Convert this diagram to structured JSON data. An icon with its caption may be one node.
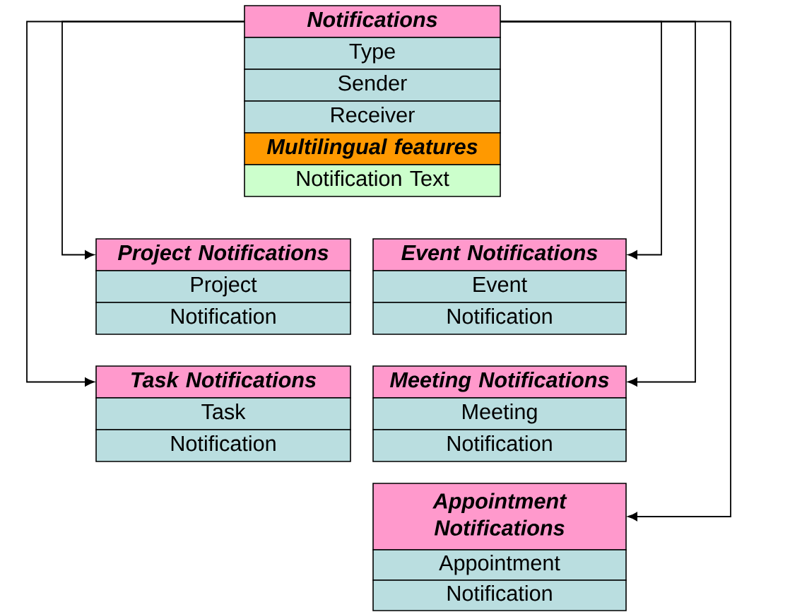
{
  "diagram": {
    "nodes": [
      {
        "text": [
          "Notifications",
          "Type",
          "Sender",
          "Receiver",
          "Multilingual features",
          "Notification Text"
        ]
      },
      {
        "text": [
          "Project Notifications",
          "Project",
          "Notification"
        ]
      },
      {
        "text": [
          "Event Notifications",
          "Event",
          "Notification"
        ]
      },
      {
        "text": [
          "Task Notifications",
          "Task",
          "Notification"
        ]
      },
      {
        "text": [
          "Meeting Notifications",
          "Meeting",
          "Notification"
        ]
      },
      {
        "text": [
          "Appointment Notifications",
          "Appointment",
          "Notification"
        ]
      }
    ],
    "edges": [
      {
        "from": 0,
        "to": 1,
        "arrow": "to"
      },
      {
        "from": 0,
        "to": 2,
        "arrow": "to"
      },
      {
        "from": 0,
        "to": 3,
        "arrow": "to"
      },
      {
        "from": 0,
        "to": 4,
        "arrow": "to"
      },
      {
        "from": 0,
        "to": 5,
        "arrow": "to"
      }
    ]
  }
}
